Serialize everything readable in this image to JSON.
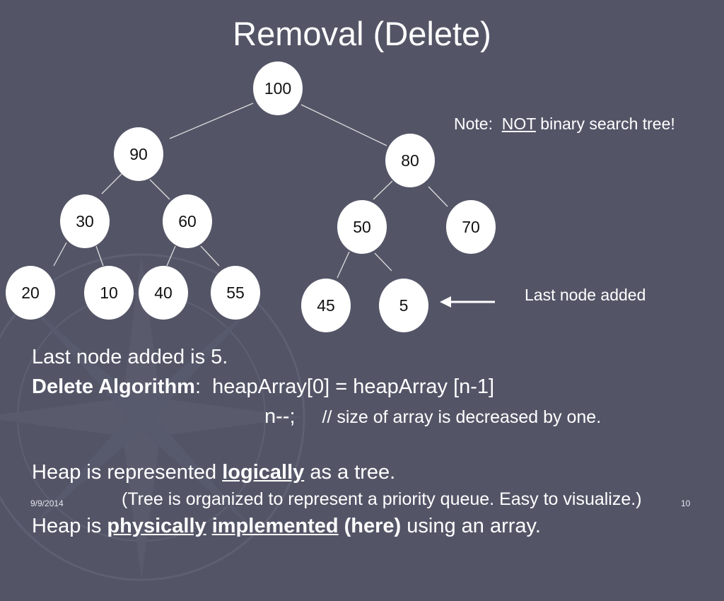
{
  "slide": {
    "title": "Removal (Delete)",
    "note": {
      "prefix": "Note:  ",
      "emph": "NOT",
      "suffix": " binary search tree!"
    },
    "arrow_label": "Last node added",
    "line1": "Last node added is 5.",
    "line2": {
      "bold": "Delete Algorithm",
      "rest": ":  heapArray[0] = heapArray [n-1]"
    },
    "line3": {
      "code": "n--;",
      "comment": "// size of array is decreased by one."
    },
    "line4": {
      "pre": "Heap is represented ",
      "emph": "logically",
      "post": " as a tree."
    },
    "line5": "(Tree is organized to represent a priority queue.  Easy to visualize.)",
    "line6": {
      "pre": "Heap is ",
      "emph1": "physically",
      "emph2": "implemented",
      "bold": "(here)",
      "post": " using an array."
    },
    "footer_date": "9/9/2014",
    "footer_page": "10"
  },
  "tree": {
    "nodes": [
      "100",
      "90",
      "80",
      "30",
      "60",
      "50",
      "70",
      "20",
      "10",
      "40",
      "55",
      "45",
      "5"
    ]
  },
  "colors": {
    "background": "#535567",
    "node_fill": "#ffffff",
    "edge": "#dddddd"
  }
}
